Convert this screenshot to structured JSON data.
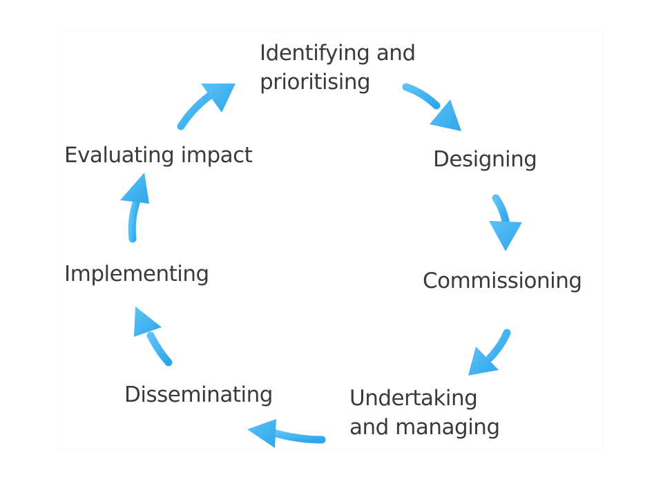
{
  "diagram": {
    "type": "cycle",
    "arrow_color": "#3ab0f0",
    "text_color": "#3a3a3a",
    "steps": [
      {
        "lines": [
          "Identifying and",
          "prioritising"
        ]
      },
      {
        "lines": [
          "Designing"
        ]
      },
      {
        "lines": [
          "Commissioning"
        ]
      },
      {
        "lines": [
          "Undertaking",
          "and managing"
        ]
      },
      {
        "lines": [
          "Disseminating"
        ]
      },
      {
        "lines": [
          "Implementing"
        ]
      },
      {
        "lines": [
          "Evaluating impact"
        ]
      }
    ],
    "arrow_icon": "curved-arrow-icon"
  }
}
